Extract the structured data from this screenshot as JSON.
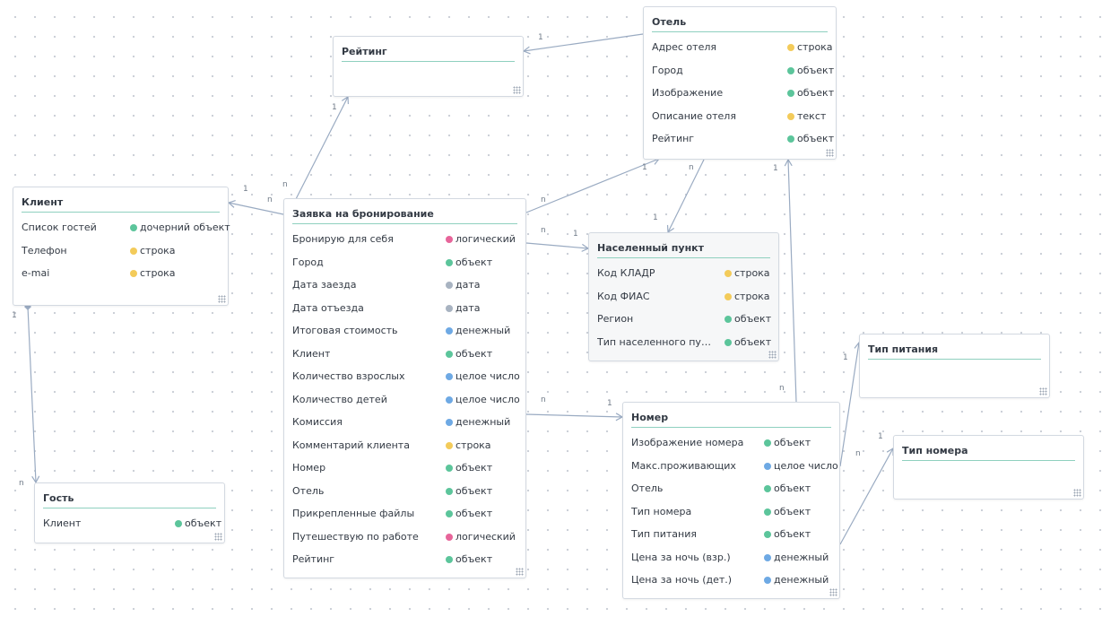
{
  "colors": {
    "logical": "#e7659a",
    "object": "#5cc59b",
    "date": "#a8b3c1",
    "money": "#6ea9e4",
    "integer": "#6ea9e4",
    "string": "#f3cb5a",
    "text": "#f3cb5a",
    "child": "#5cc59b"
  },
  "entities": [
    {
      "id": "rating",
      "title": "Рейтинг",
      "attrs": []
    },
    {
      "id": "hotel",
      "title": "Отель",
      "attrs": [
        {
          "name": "Адрес отеля",
          "type": "строка",
          "kind": "string"
        },
        {
          "name": "Город",
          "type": "объект",
          "kind": "object"
        },
        {
          "name": "Изображение",
          "type": "объект",
          "kind": "object"
        },
        {
          "name": "Описание отеля",
          "type": "текст",
          "kind": "text"
        },
        {
          "name": "Рейтинг",
          "type": "объект",
          "kind": "object"
        }
      ]
    },
    {
      "id": "client",
      "title": "Клиент",
      "attrs": [
        {
          "name": "Список гостей",
          "type": "дочерний объект",
          "kind": "child"
        },
        {
          "name": "Телефон",
          "type": "строка",
          "kind": "string"
        },
        {
          "name": "e-mai",
          "type": "строка",
          "kind": "string"
        }
      ]
    },
    {
      "id": "booking",
      "title": "Заявка на бронирование",
      "attrs": [
        {
          "name": "Бронирую для себя",
          "type": "логический",
          "kind": "logical"
        },
        {
          "name": "Город",
          "type": "объект",
          "kind": "object"
        },
        {
          "name": "Дата заезда",
          "type": "дата",
          "kind": "date"
        },
        {
          "name": "Дата отъезда",
          "type": "дата",
          "kind": "date"
        },
        {
          "name": "Итоговая стоимость",
          "type": "денежный",
          "kind": "money"
        },
        {
          "name": "Клиент",
          "type": "объект",
          "kind": "object"
        },
        {
          "name": "Количество взрослых",
          "type": "целое число",
          "kind": "integer"
        },
        {
          "name": "Количество детей",
          "type": "целое число",
          "kind": "integer"
        },
        {
          "name": "Комиссия",
          "type": "денежный",
          "kind": "money"
        },
        {
          "name": "Комментарий клиента",
          "type": "строка",
          "kind": "string"
        },
        {
          "name": "Номер",
          "type": "объект",
          "kind": "object"
        },
        {
          "name": "Отель",
          "type": "объект",
          "kind": "object"
        },
        {
          "name": "Прикрепленные файлы",
          "type": "объект",
          "kind": "object"
        },
        {
          "name": "Путешествую по работе",
          "type": "логический",
          "kind": "logical"
        },
        {
          "name": "Рейтинг",
          "type": "объект",
          "kind": "object"
        }
      ]
    },
    {
      "id": "settlement",
      "title": "Населенный пункт",
      "attrs": [
        {
          "name": "Код КЛАДР",
          "type": "строка",
          "kind": "string"
        },
        {
          "name": "Код ФИАС",
          "type": "строка",
          "kind": "string"
        },
        {
          "name": "Регион",
          "type": "объект",
          "kind": "object"
        },
        {
          "name": "Тип населенного пункта",
          "type": "объект",
          "kind": "object"
        }
      ]
    },
    {
      "id": "meal",
      "title": "Тип питания",
      "attrs": []
    },
    {
      "id": "room",
      "title": "Номер",
      "attrs": [
        {
          "name": "Изображение номера",
          "type": "объект",
          "kind": "object"
        },
        {
          "name": "Макс.проживающих",
          "type": "целое число",
          "kind": "integer"
        },
        {
          "name": "Отель",
          "type": "объект",
          "kind": "object"
        },
        {
          "name": "Тип номера",
          "type": "объект",
          "kind": "object"
        },
        {
          "name": "Тип питания",
          "type": "объект",
          "kind": "object"
        },
        {
          "name": "Цена за ночь (взр.)",
          "type": "денежный",
          "kind": "money"
        },
        {
          "name": "Цена за ночь (дет.)",
          "type": "денежный",
          "kind": "money"
        }
      ]
    },
    {
      "id": "roomtype",
      "title": "Тип номера",
      "attrs": []
    },
    {
      "id": "guest",
      "title": "Гость",
      "attrs": [
        {
          "name": "Клиент",
          "type": "объект",
          "kind": "object"
        }
      ]
    }
  ],
  "relations": [
    {
      "id": "booking-rating",
      "from": "booking",
      "to": "rating",
      "from_card": "n",
      "to_card": "1"
    },
    {
      "id": "hotel-rating",
      "from": "hotel",
      "to": "rating",
      "from_card": "",
      "to_card": "1"
    },
    {
      "id": "booking-client",
      "from": "booking",
      "to": "client",
      "from_card": "n",
      "to_card": "1"
    },
    {
      "id": "booking-hotel",
      "from": "booking",
      "to": "hotel",
      "from_card": "n",
      "to_card": "1"
    },
    {
      "id": "booking-settlement",
      "from": "booking",
      "to": "settlement",
      "from_card": "n",
      "to_card": "1"
    },
    {
      "id": "hotel-settlement",
      "from": "hotel",
      "to": "settlement",
      "from_card": "n",
      "to_card": "1"
    },
    {
      "id": "booking-room",
      "from": "booking",
      "to": "room",
      "from_card": "n",
      "to_card": "1"
    },
    {
      "id": "room-hotel",
      "from": "room",
      "to": "hotel",
      "from_card": "n",
      "to_card": "1"
    },
    {
      "id": "room-meal",
      "from": "room",
      "to": "meal",
      "from_card": "",
      "to_card": "1"
    },
    {
      "id": "room-roomtype",
      "from": "room",
      "to": "roomtype",
      "from_card": "n",
      "to_card": "1"
    },
    {
      "id": "client-guest",
      "from": "client",
      "to": "guest",
      "from_card": "1",
      "to_card": "n"
    }
  ]
}
